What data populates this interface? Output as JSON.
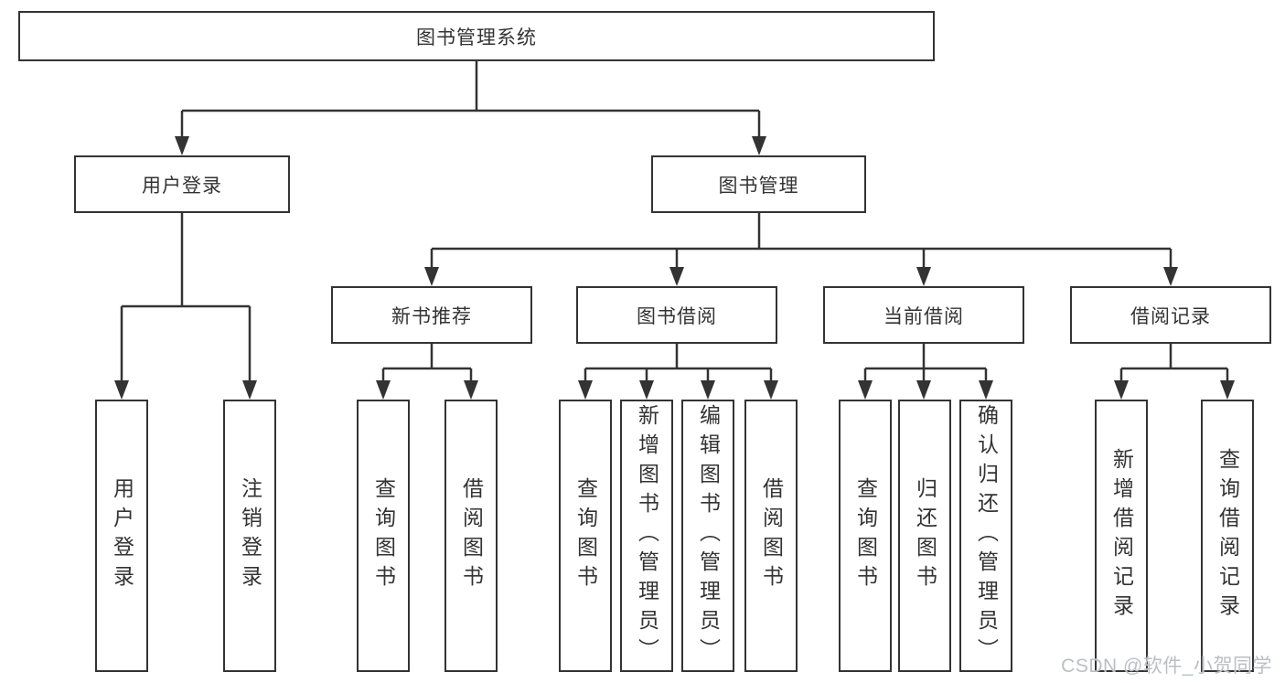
{
  "diagram": {
    "type": "hierarchy-tree",
    "root": {
      "label": "图书管理系统",
      "children": [
        {
          "label": "用户登录",
          "children": [
            {
              "label": "用户登录"
            },
            {
              "label": "注销登录"
            }
          ]
        },
        {
          "label": "图书管理",
          "children": [
            {
              "label": "新书推荐",
              "children": [
                {
                  "label": "查询图书"
                },
                {
                  "label": "借阅图书"
                }
              ]
            },
            {
              "label": "图书借阅",
              "children": [
                {
                  "label": "查询图书"
                },
                {
                  "label": "新增图书（管理员）"
                },
                {
                  "label": "编辑图书（管理员）"
                },
                {
                  "label": "借阅图书"
                }
              ]
            },
            {
              "label": "当前借阅",
              "children": [
                {
                  "label": "查询图书"
                },
                {
                  "label": "归还图书"
                },
                {
                  "label": "确认归还（管理员）"
                }
              ]
            },
            {
              "label": "借阅记录",
              "children": [
                {
                  "label": "新增借阅记录"
                },
                {
                  "label": "查询借阅记录"
                }
              ]
            }
          ]
        }
      ]
    }
  },
  "watermark": {
    "text": "CSDN @软件_小贺同学"
  },
  "colors": {
    "line": "#333333",
    "box_border": "#333333",
    "box_fill": "#ffffff",
    "text": "#333333",
    "background": "#ffffff",
    "watermark": "#b9bfc3"
  }
}
